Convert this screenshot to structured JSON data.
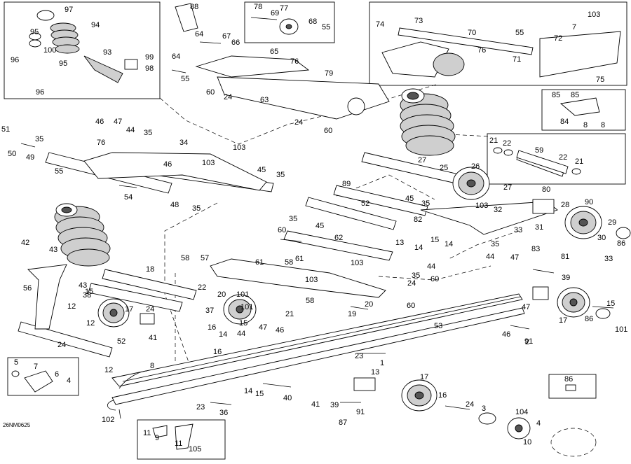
{
  "diagram_code": "26NM0625",
  "callouts": [
    "97",
    "88",
    "78",
    "69",
    "77",
    "68",
    "55",
    "73",
    "74",
    "70",
    "55",
    "72",
    "103",
    "7",
    "94",
    "64",
    "67",
    "66",
    "95",
    "65",
    "100",
    "96",
    "93",
    "99",
    "98",
    "64",
    "55",
    "76",
    "95",
    "60",
    "24",
    "79",
    "96",
    "63",
    "76",
    "71",
    "75",
    "24",
    "60",
    "85",
    "85",
    "84",
    "8",
    "8",
    "51",
    "46",
    "47",
    "44",
    "35",
    "50",
    "49",
    "35",
    "76",
    "34",
    "103",
    "21",
    "22",
    "59",
    "22",
    "21",
    "55",
    "46",
    "103",
    "45",
    "35",
    "27",
    "25",
    "26",
    "27",
    "89",
    "54",
    "48",
    "35",
    "45",
    "35",
    "103",
    "80",
    "28",
    "90",
    "52",
    "82",
    "32",
    "31",
    "29",
    "42",
    "43",
    "35",
    "45",
    "60",
    "62",
    "33",
    "30",
    "86",
    "13",
    "14",
    "15",
    "14",
    "35",
    "83",
    "33",
    "58",
    "57",
    "61",
    "58",
    "61",
    "103",
    "81",
    "56",
    "18",
    "103",
    "44",
    "44",
    "47",
    "43",
    "35",
    "24",
    "60",
    "39",
    "22",
    "20",
    "101",
    "58",
    "38",
    "101",
    "20",
    "60",
    "24",
    "37",
    "21",
    "19",
    "41",
    "12",
    "15",
    "16",
    "15",
    "17",
    "14",
    "15",
    "44",
    "46",
    "47",
    "91",
    "17",
    "86",
    "101",
    "12",
    "47",
    "46",
    "2",
    "53",
    "52",
    "24",
    "23",
    "1",
    "8",
    "5",
    "7",
    "6",
    "4",
    "12",
    "13",
    "15",
    "14",
    "16",
    "40",
    "41",
    "39",
    "91",
    "17",
    "16",
    "24",
    "23",
    "36",
    "86",
    "3",
    "102",
    "87",
    "104",
    "4",
    "11",
    "9",
    "11",
    "105",
    "10"
  ]
}
